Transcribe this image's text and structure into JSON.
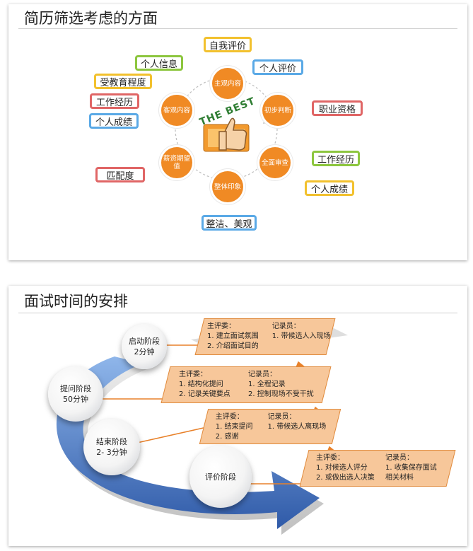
{
  "slide1": {
    "title": "简历筛选考虑的方面",
    "center_badge": "THE BEST",
    "nodes": {
      "subjective": "主观内容",
      "preliminary": "初步判断",
      "comprehensive": "全面审查",
      "overall": "整体印象",
      "salary": "薪资期望值",
      "objective": "客观内容"
    },
    "tags": {
      "self_eval": "自我评价",
      "personal_eval": "个人评价",
      "personal_info": "个人信息",
      "education": "受教育程度",
      "work_history_left": "工作经历",
      "achievements_left": "个人成绩",
      "qualification": "职业资格",
      "work_history_right": "工作经历",
      "achievements_right": "个人成绩",
      "match": "匹配度",
      "tidy": "整洁、美观"
    },
    "colors": {
      "node": "#f08a24",
      "yellow": "#f2c12e",
      "blue": "#5aa9e6",
      "red": "#e06666",
      "green": "#8dc63f"
    }
  },
  "slide2": {
    "title": "面试时间的安排",
    "stages": {
      "start": {
        "name": "启动阶段",
        "time": "2分钟"
      },
      "question": {
        "name": "提问阶段",
        "time": "50分钟"
      },
      "end": {
        "name": "结束阶段",
        "time": "2- 3分钟"
      },
      "eval": {
        "name": "评价阶段"
      }
    },
    "boxes": [
      {
        "head1": "主评委：",
        "items1": [
          "1. 建立面试氛围",
          "2. 介绍面试目的"
        ],
        "head2": "记录员：",
        "items2": [
          "1. 带候选人入现场"
        ]
      },
      {
        "head1": "主评委：",
        "items1": [
          "1. 结构化提问",
          "2. 记录关键要点"
        ],
        "head2": "记录员：",
        "items2": [
          "1. 全程记录",
          "2. 控制现场不受干扰"
        ]
      },
      {
        "head1": "主评委：",
        "items1": [
          "1. 结束提问",
          "2. 感谢"
        ],
        "head2": "记录员：",
        "items2": [
          "1. 带候选人离现场"
        ]
      },
      {
        "head1": "主评委：",
        "items1": [
          "1. 对候选人评分",
          "2. 或做出选人决策"
        ],
        "head2": "记录员：",
        "items2": [
          "1. 收集保存面试",
          "相关材料"
        ]
      }
    ],
    "colors": {
      "box_fill": "#f7c79a",
      "box_border": "#e08a3c",
      "arrow_blue": "#3f6fc1",
      "connector": "#e8812a"
    }
  }
}
